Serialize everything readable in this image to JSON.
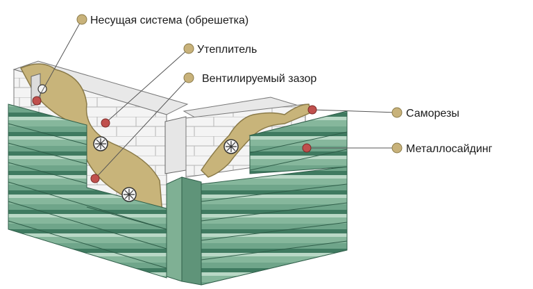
{
  "labels": {
    "frame": "Несущая система (обрешетка)",
    "insulation": "Утеплитель",
    "gap": "Вентилируемый зазор",
    "screws": "Саморезы",
    "siding": "Металлосайдинг"
  },
  "colors": {
    "siding": "#6fa58a",
    "siding_dark": "#3f7a60",
    "siding_light": "#b9d8c6",
    "insulation": "#c8b47a",
    "insulation_dark": "#8a7a48",
    "brick": "#f3f3f3",
    "marker": "#c0504d",
    "callout_dot": "#c8b27a",
    "leader": "#555555"
  }
}
